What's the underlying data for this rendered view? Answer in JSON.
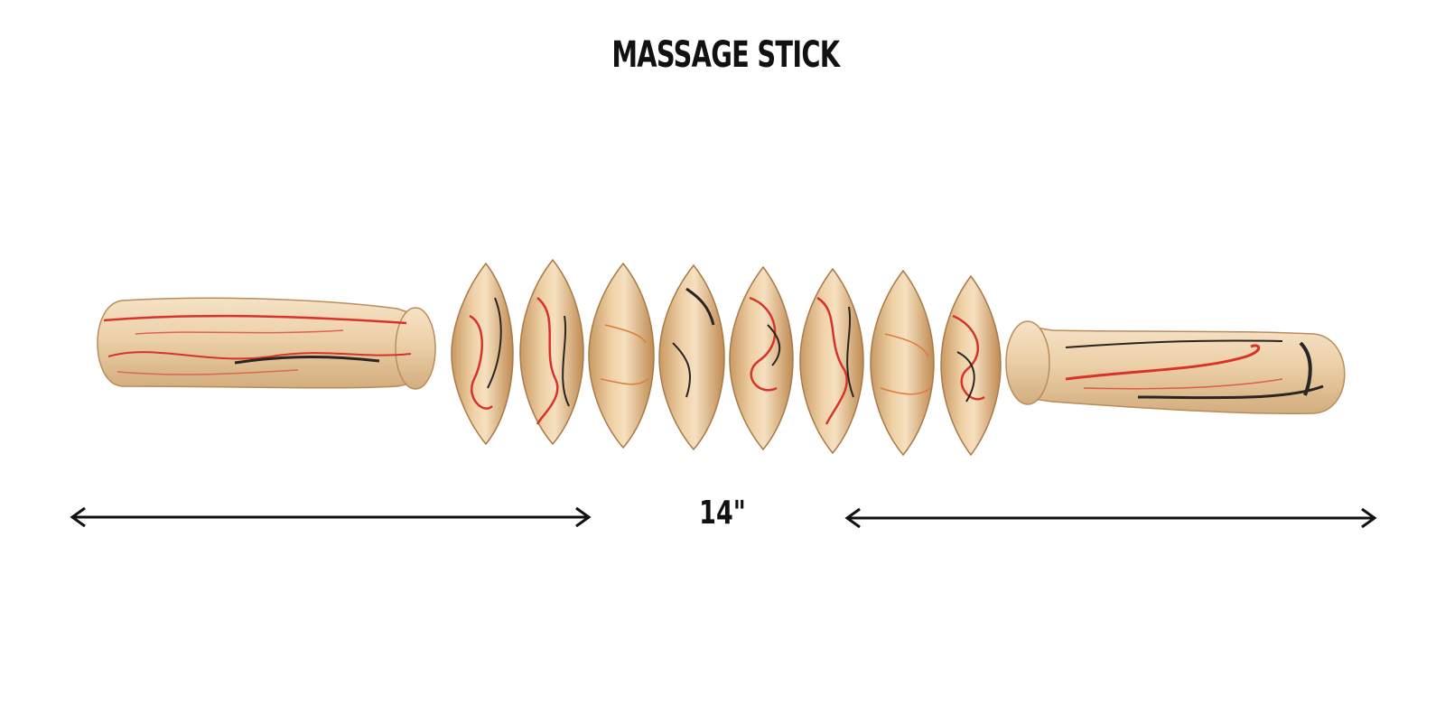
{
  "product": {
    "title": "MASSAGE STICK",
    "length_label": "14\""
  },
  "illustration": {
    "icon": "wooden-massage-stick",
    "roller_count": 8,
    "colors": {
      "wood": "#e9c9a0",
      "wood_dark": "#c99a63",
      "swirl_red": "#d8332b",
      "swirl_black": "#2a2522",
      "arrow": "#111111"
    }
  }
}
